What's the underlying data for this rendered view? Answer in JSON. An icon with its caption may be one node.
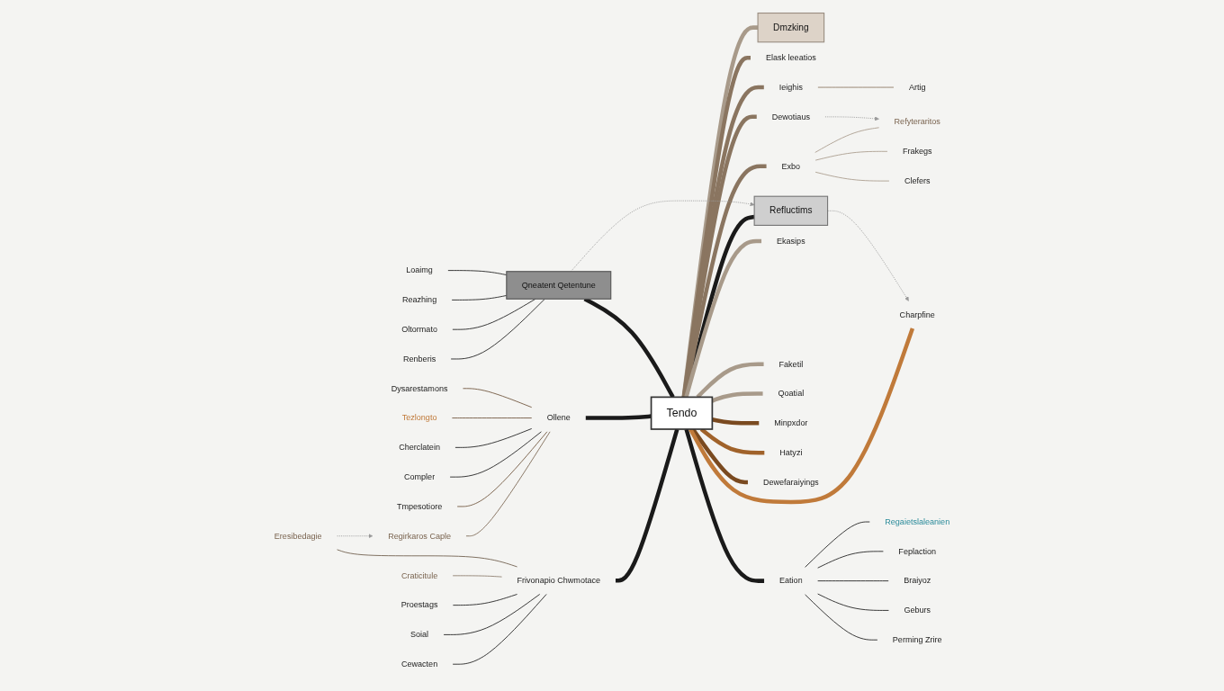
{
  "diagram": {
    "nodes": [
      {
        "text": [
          "Dmzking"
        ]
      },
      {
        "text": [
          "Tendo"
        ]
      },
      {
        "text": [
          "Frivonapio Chwmotace"
        ]
      },
      {
        "text": [
          "Cewacten"
        ]
      },
      {
        "text": [
          "Soial"
        ]
      },
      {
        "text": [
          "Proestags"
        ]
      },
      {
        "text": [
          "Craticitule"
        ]
      },
      {
        "text": [
          "Eresibedagie"
        ]
      },
      {
        "text": [
          "Ollene"
        ]
      },
      {
        "text": [
          "Regirkaros Caple"
        ]
      },
      {
        "text": [
          "Tmpesotiore"
        ]
      },
      {
        "text": [
          "Compler"
        ]
      },
      {
        "text": [
          "Cherclatein"
        ]
      },
      {
        "text": [
          "Tezlongto"
        ]
      },
      {
        "text": [
          "Dysarestamons"
        ]
      },
      {
        "text": [
          "Qneatent Qetentune"
        ]
      },
      {
        "text": [
          "Renberis"
        ]
      },
      {
        "text": [
          "Oltormato"
        ]
      },
      {
        "text": [
          "Reazhing"
        ]
      },
      {
        "text": [
          "Loaimg"
        ]
      },
      {
        "text": [
          "Refluctims"
        ]
      },
      {
        "text": [
          "Elask leeatios"
        ]
      },
      {
        "text": [
          "Ieighis"
        ]
      },
      {
        "text": [
          "Artig"
        ]
      },
      {
        "text": [
          "Dewotiaus"
        ]
      },
      {
        "text": [
          "Exbo"
        ]
      },
      {
        "text": [
          "Refyteraritos"
        ]
      },
      {
        "text": [
          "Frakegs"
        ]
      },
      {
        "text": [
          "Clefers"
        ]
      },
      {
        "text": [
          "Eation"
        ]
      },
      {
        "text": [
          "Regaietslaleanien"
        ]
      },
      {
        "text": [
          "Feplaction"
        ]
      },
      {
        "text": [
          "Braiyoz"
        ]
      },
      {
        "text": [
          "Geburs"
        ]
      },
      {
        "text": [
          "Perming Zrire"
        ]
      },
      {
        "text": [
          "Ekasips"
        ]
      },
      {
        "text": [
          "Faketil"
        ]
      },
      {
        "text": [
          "Qoatial"
        ]
      },
      {
        "text": [
          "Minpxdor"
        ]
      },
      {
        "text": [
          "Hatyzi"
        ]
      },
      {
        "text": [
          "Dewefaraiyings"
        ]
      },
      {
        "text": [
          "Charpfine"
        ]
      }
    ],
    "edges": [
      {
        "from": 1,
        "to": 0,
        "arrow": "none",
        "style": "thick",
        "color": "#a89a8a"
      },
      {
        "from": 2,
        "to": 1,
        "arrow": "none",
        "style": "thick"
      },
      {
        "from": 3,
        "to": 2,
        "arrow": "none"
      },
      {
        "from": 4,
        "to": 2,
        "arrow": "none"
      },
      {
        "from": 5,
        "to": 2,
        "arrow": "none"
      },
      {
        "from": 6,
        "to": 2,
        "arrow": "none",
        "color": "#8a7a6a"
      },
      {
        "from": 7,
        "to": 2,
        "arrow": "none",
        "color": "#6b5a48"
      },
      {
        "from": 8,
        "to": 1,
        "arrow": "none",
        "style": "thick"
      },
      {
        "from": 9,
        "to": 8,
        "arrow": "none",
        "color": "#7a6450"
      },
      {
        "from": 10,
        "to": 8,
        "arrow": "none",
        "color": "#6b5038"
      },
      {
        "from": 11,
        "to": 8,
        "arrow": "none"
      },
      {
        "from": 12,
        "to": 8,
        "arrow": "none"
      },
      {
        "from": 13,
        "to": 8,
        "arrow": "none",
        "color": "#6b5038"
      },
      {
        "from": 14,
        "to": 8,
        "arrow": "none",
        "color": "#6b5038"
      },
      {
        "from": 15,
        "to": 1,
        "arrow": "none",
        "style": "thick"
      },
      {
        "from": 16,
        "to": 15,
        "arrow": "none"
      },
      {
        "from": 17,
        "to": 15,
        "arrow": "none"
      },
      {
        "from": 18,
        "to": 15,
        "arrow": "none"
      },
      {
        "from": 19,
        "to": 15,
        "arrow": "none"
      },
      {
        "from": 1,
        "to": 20,
        "arrow": "none",
        "style": "thick"
      },
      {
        "from": 1,
        "to": 21,
        "arrow": "none",
        "style": "thick",
        "color": "#8a7560"
      },
      {
        "from": 1,
        "to": 22,
        "arrow": "none",
        "style": "thick",
        "color": "#8a7560"
      },
      {
        "from": 22,
        "to": 23,
        "arrow": "none",
        "color": "#8a7560"
      },
      {
        "from": 1,
        "to": 24,
        "arrow": "none",
        "style": "thick",
        "color": "#8a7560"
      },
      {
        "from": 1,
        "to": 25,
        "arrow": "none",
        "style": "thick",
        "color": "#8a7560"
      },
      {
        "from": 25,
        "to": 26,
        "arrow": "none",
        "color": "#a89a8a"
      },
      {
        "from": 25,
        "to": 27,
        "arrow": "none",
        "color": "#a89a8a"
      },
      {
        "from": 25,
        "to": 28,
        "arrow": "none",
        "color": "#a89a8a"
      },
      {
        "from": 1,
        "to": 29,
        "arrow": "none",
        "style": "thick"
      },
      {
        "from": 29,
        "to": 30,
        "arrow": "none"
      },
      {
        "from": 29,
        "to": 31,
        "arrow": "none"
      },
      {
        "from": 29,
        "to": 32,
        "arrow": "none"
      },
      {
        "from": 29,
        "to": 33,
        "arrow": "none"
      },
      {
        "from": 29,
        "to": 34,
        "arrow": "none"
      },
      {
        "from": 1,
        "to": 35,
        "arrow": "none",
        "style": "thick",
        "color": "#a89a8a"
      },
      {
        "from": 1,
        "to": 36,
        "arrow": "none",
        "style": "thick",
        "color": "#a89a8a"
      },
      {
        "from": 1,
        "to": 37,
        "arrow": "none",
        "style": "thick",
        "color": "#a89a8a"
      },
      {
        "from": 1,
        "to": 38,
        "arrow": "none",
        "style": "thick",
        "color": "#7a4a20"
      },
      {
        "from": 1,
        "to": 39,
        "arrow": "none",
        "style": "thick",
        "color": "#a0622a"
      },
      {
        "from": 1,
        "to": 40,
        "arrow": "none",
        "style": "thick",
        "color": "#7a4a20"
      },
      {
        "from": 1,
        "to": 41,
        "arrow": "none",
        "style": "thick",
        "color": "#c07a3a"
      },
      {
        "from": 24,
        "to": 26,
        "arrow": "to",
        "style": "dashed",
        "color": "#999999"
      },
      {
        "from": 7,
        "to": 9,
        "arrow": "to",
        "style": "dashed",
        "color": "#999999"
      },
      {
        "from": 15,
        "to": 20,
        "arrow": "to",
        "style": "dashed",
        "color": "#999999"
      },
      {
        "from": 20,
        "to": 41,
        "arrow": "to",
        "style": "dashed",
        "color": "#999999"
      }
    ]
  }
}
